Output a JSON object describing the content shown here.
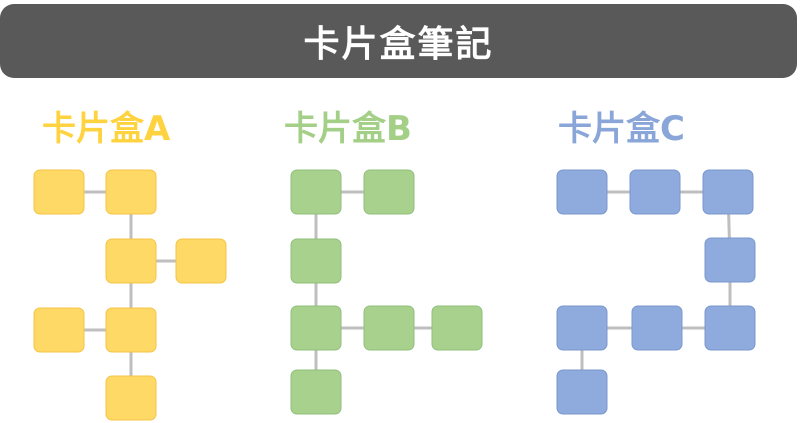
{
  "title": "卡片盒筆記",
  "groups": [
    {
      "label": "卡片盒A",
      "fill": "#FFD966",
      "stroke": "#F4C446"
    },
    {
      "label": "卡片盒B",
      "fill": "#A9D18E",
      "stroke": "#8EC07A"
    },
    {
      "label": "卡片盒C",
      "fill": "#8FAADC",
      "stroke": "#7A98CF"
    }
  ],
  "connector_color": "#BFBFBF"
}
